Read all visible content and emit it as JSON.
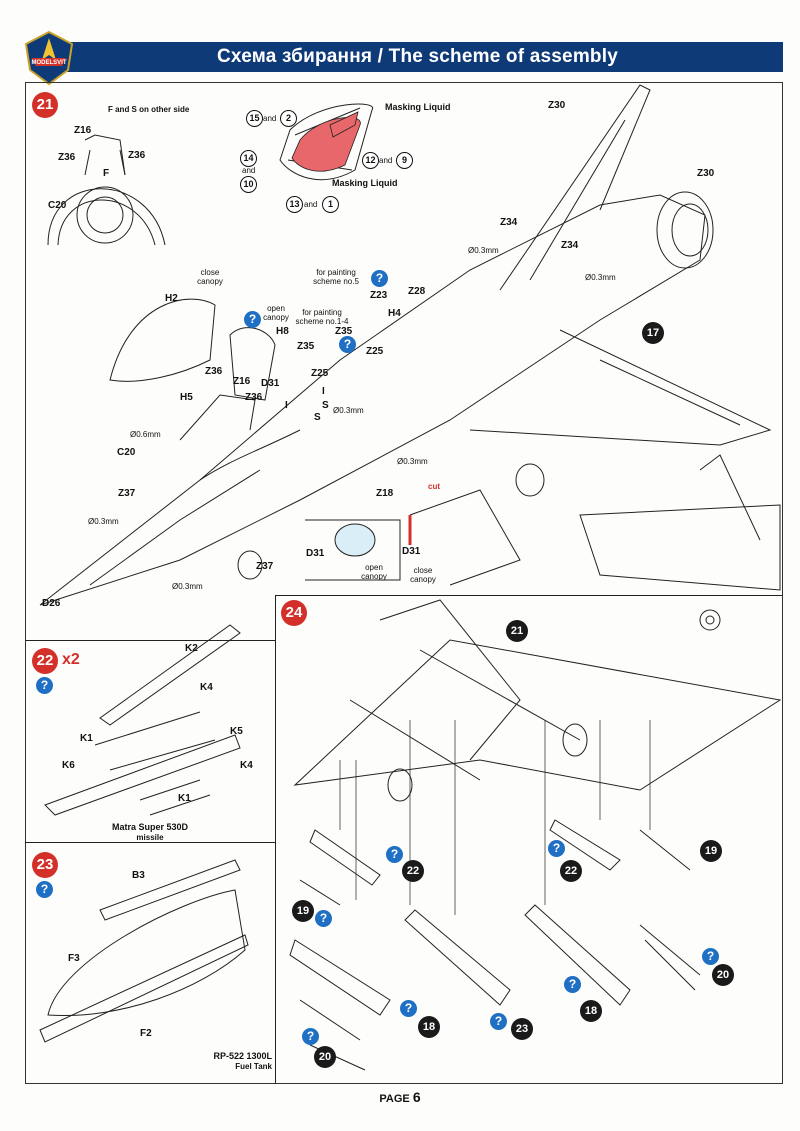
{
  "header": {
    "title": "Схема збирання / The scheme of assembly",
    "logo_text": "MODELSVIT"
  },
  "steps": {
    "s21": {
      "number": "21",
      "note": "F and S on other side",
      "labels": [
        "Z16",
        "Z36",
        "Z36",
        "F",
        "C20",
        "Z30",
        "Z30",
        "Z34",
        "Z34",
        "Ø0.3mm",
        "Ø0.3mm",
        "H2",
        "H5",
        "H8",
        "Z36",
        "Z16",
        "D31",
        "Z36",
        "Z35",
        "Z35",
        "Z25",
        "Z25",
        "Z23",
        "Z28",
        "H4",
        "Ø0.3mm",
        "Ø0.3mm",
        "Ø0.6mm",
        "C20",
        "Z37",
        "Ø0.3mm",
        "Z37",
        "Ø0.3mm",
        "D26",
        "Z18",
        "I",
        "I",
        "S",
        "S",
        "D31",
        "D31"
      ],
      "canopy_close": "close canopy",
      "canopy_open": "open canopy",
      "painting_5": "for painting scheme no.5",
      "painting_1_4": "for painting scheme no.1-4",
      "masking1": "Masking Liquid",
      "masking2": "Masking Liquid",
      "pairs": {
        "a1": "15",
        "a2": "2",
        "b1": "12",
        "b2": "9",
        "c1": "14",
        "c2": "10",
        "d1": "13",
        "d2": "1",
        "and": "and"
      },
      "ref17": "17",
      "cut": "cut",
      "open_canopy2": "open canopy",
      "close_canopy2": "close canopy"
    },
    "s22": {
      "number": "22",
      "multiplier": "x2",
      "labels": [
        "K2",
        "K4",
        "K1",
        "K5",
        "K6",
        "K4",
        "K1"
      ],
      "caption": "Matra Super 530D",
      "caption2": "missile"
    },
    "s23": {
      "number": "23",
      "labels": [
        "B3",
        "F3",
        "F2"
      ],
      "caption": "RP-522 1300L",
      "caption2": "Fuel Tank"
    },
    "s24": {
      "number": "24",
      "ref21": "21",
      "refs": [
        "22",
        "19",
        "18",
        "20",
        "23",
        "22",
        "19",
        "18",
        "20"
      ]
    }
  },
  "footer": {
    "page_label": "PAGE",
    "page_number": "6"
  },
  "colors": {
    "banner": "#0f3a78",
    "step": "#d4302a",
    "question": "#1f6fc4",
    "masking": "#e8676b"
  }
}
